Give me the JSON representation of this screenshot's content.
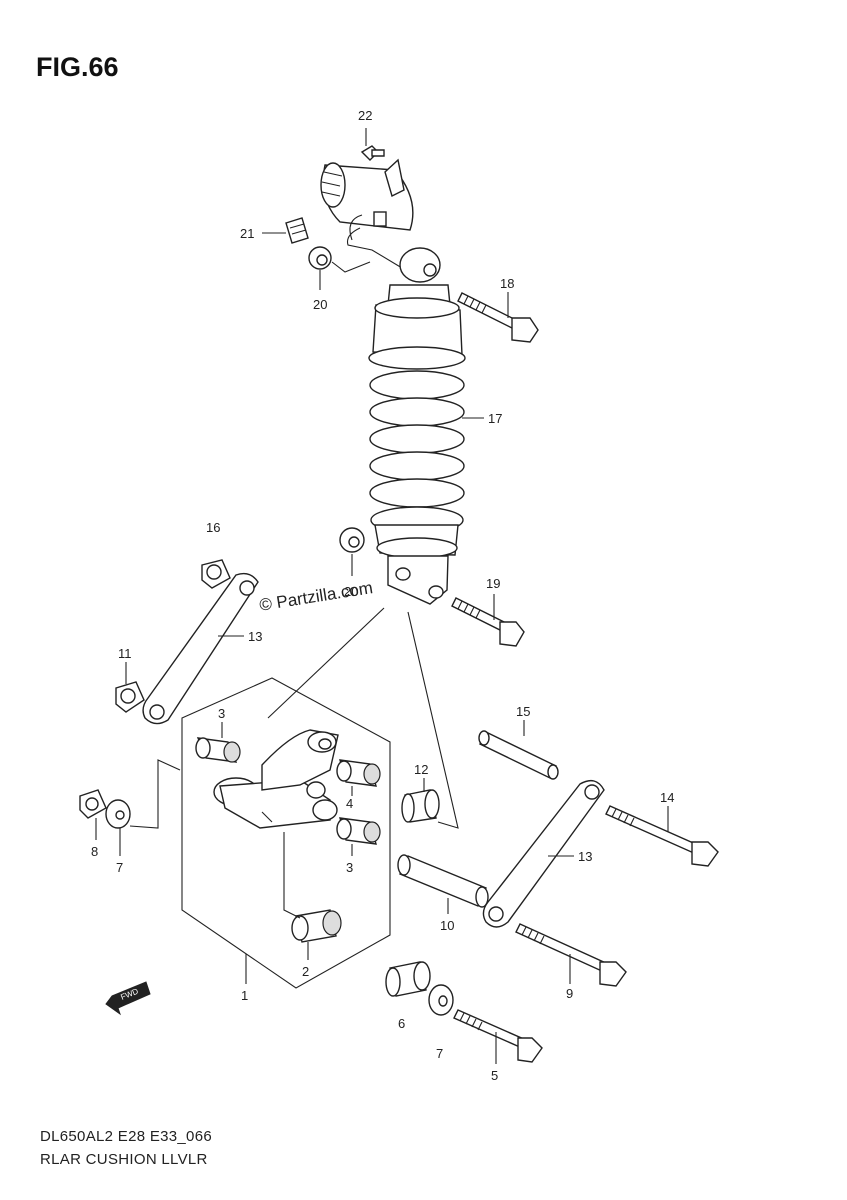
{
  "figure": {
    "title": "FIG.66",
    "watermark": "© Partzilla.com",
    "model_code": "DL650AL2 E28 E33_066",
    "caption": "RLAR CUSHION LLVLR",
    "fwd_label": "FWD"
  },
  "callouts": [
    {
      "num": "22"
    },
    {
      "num": "21"
    },
    {
      "num": "20"
    },
    {
      "num": "18"
    },
    {
      "num": "17"
    },
    {
      "num": "16"
    },
    {
      "num": "20"
    },
    {
      "num": "19"
    },
    {
      "num": "13"
    },
    {
      "num": "11"
    },
    {
      "num": "3"
    },
    {
      "num": "4"
    },
    {
      "num": "3"
    },
    {
      "num": "12"
    },
    {
      "num": "15"
    },
    {
      "num": "14"
    },
    {
      "num": "13"
    },
    {
      "num": "8"
    },
    {
      "num": "7"
    },
    {
      "num": "10"
    },
    {
      "num": "2"
    },
    {
      "num": "1"
    },
    {
      "num": "9"
    },
    {
      "num": "6"
    },
    {
      "num": "7"
    },
    {
      "num": "5"
    }
  ]
}
